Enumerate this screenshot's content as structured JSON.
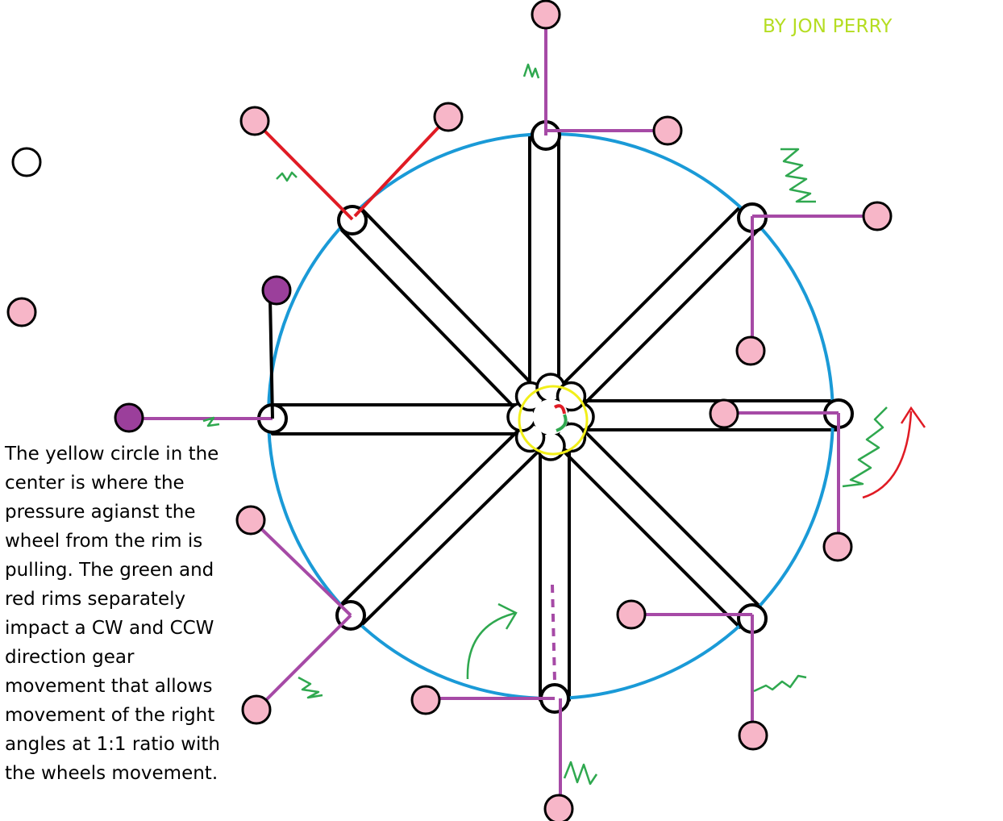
{
  "author_credit": "BY JON PERRY",
  "description": "The yellow circle in the\ncenter is where the\npressure agianst the\nwheel from the rim is\npulling.  The green and\nred rims separately\nimpact a CW and CCW\ndirection gear\nmovement that allows\nmovement of the right\nangles at 1:1 ratio with\nthe wheels movement.",
  "colors": {
    "rim_circle": "#1a9ad7",
    "center_circle": "#f2ef1a",
    "spoke_outline": "#000000",
    "pink_weight": "#f7b6c8",
    "purple_weight": "#9b3f9b",
    "purple_arm": "#a64aa6",
    "red_arm": "#e01b24",
    "green_spring": "#2fa84f",
    "red_arrow": "#e01b24",
    "green_arrow": "#2fa84f",
    "credit_text": "#b5dd22"
  },
  "icons": {
    "rotation_arrow_red": "curved-arrow-ccw",
    "rotation_arrow_green": "curved-arrow-cw"
  }
}
